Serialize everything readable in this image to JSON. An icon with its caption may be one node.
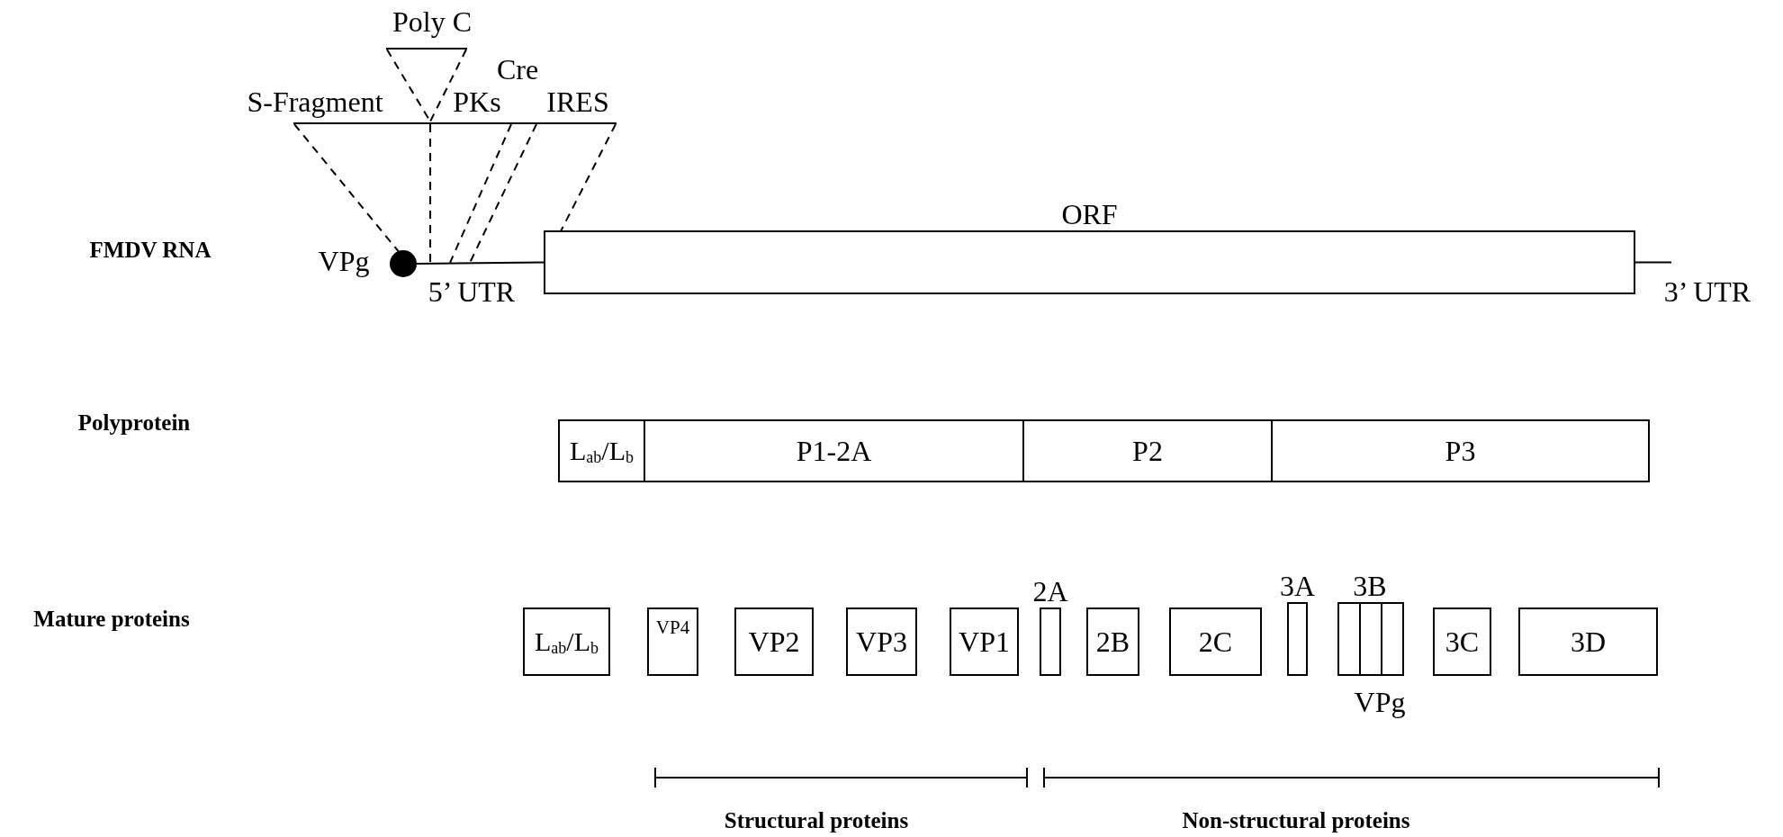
{
  "diagram": {
    "nodes": [
      {
        "text": [],
        "shape": "circle",
        "beside": [
          "VPg"
        ]
      },
      {
        "text": [
          "ORF"
        ]
      },
      {
        "text": [
          "L$_{ab}$/L$_{b}$"
        ]
      },
      {
        "text": [
          "P1-2A"
        ]
      },
      {
        "text": [
          "P2"
        ]
      },
      {
        "text": [
          "P3"
        ]
      },
      {
        "text": [
          "L$_{ab}$/L$_{b}$"
        ]
      },
      {
        "text": [
          "VP4"
        ]
      },
      {
        "text": [
          "VP2"
        ]
      },
      {
        "text": [
          "VP3"
        ]
      },
      {
        "text": [
          "VP1"
        ]
      },
      {
        "text": [
          "2A"
        ]
      },
      {
        "text": [
          "2B"
        ]
      },
      {
        "text": [
          "2C"
        ]
      },
      {
        "text": [
          "3A"
        ]
      },
      {
        "text": [],
        "shape": "box"
      },
      {
        "text": [],
        "shape": "box"
      },
      {
        "text": [],
        "shape": "box"
      },
      {
        "text": [
          "3C"
        ]
      },
      {
        "text": [
          "3D"
        ]
      }
    ],
    "edges": [
      {
        "from": 0,
        "to": 1,
        "arrow": "none"
      },
      {
        "from": 1,
        "to": null,
        "arrow": "none"
      }
    ],
    "labels": [
      "Poly C",
      "Cre",
      "S-Fragment",
      "PKs",
      "IRES",
      "FMDV RNA",
      "5’ UTR",
      "3’ UTR",
      "Polyprotein",
      "Mature proteins",
      "3B",
      "VPg",
      "Structural proteins",
      "Non-structural proteins"
    ]
  }
}
